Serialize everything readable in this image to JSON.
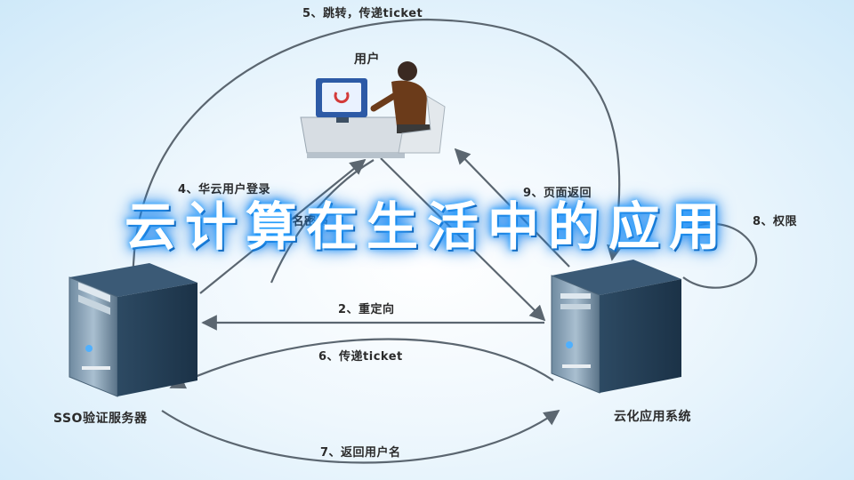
{
  "title": "云计算在生活中的应用",
  "nodes": {
    "user": "用户",
    "sso": "SSO验证服务器",
    "cloud": "云化应用系统"
  },
  "arrows": {
    "a2": "2、重定向",
    "a4": "4、华云用户登录",
    "a4b": "、用户名密码",
    "a5": "5、跳转，传递ticket",
    "a6": "6、传递ticket",
    "a7": "7、返回用户名",
    "a8": "8、权限",
    "a9": "9、页面返回"
  },
  "colors": {
    "arrow": "#5b6670",
    "title_glow": "#1a8cff"
  }
}
